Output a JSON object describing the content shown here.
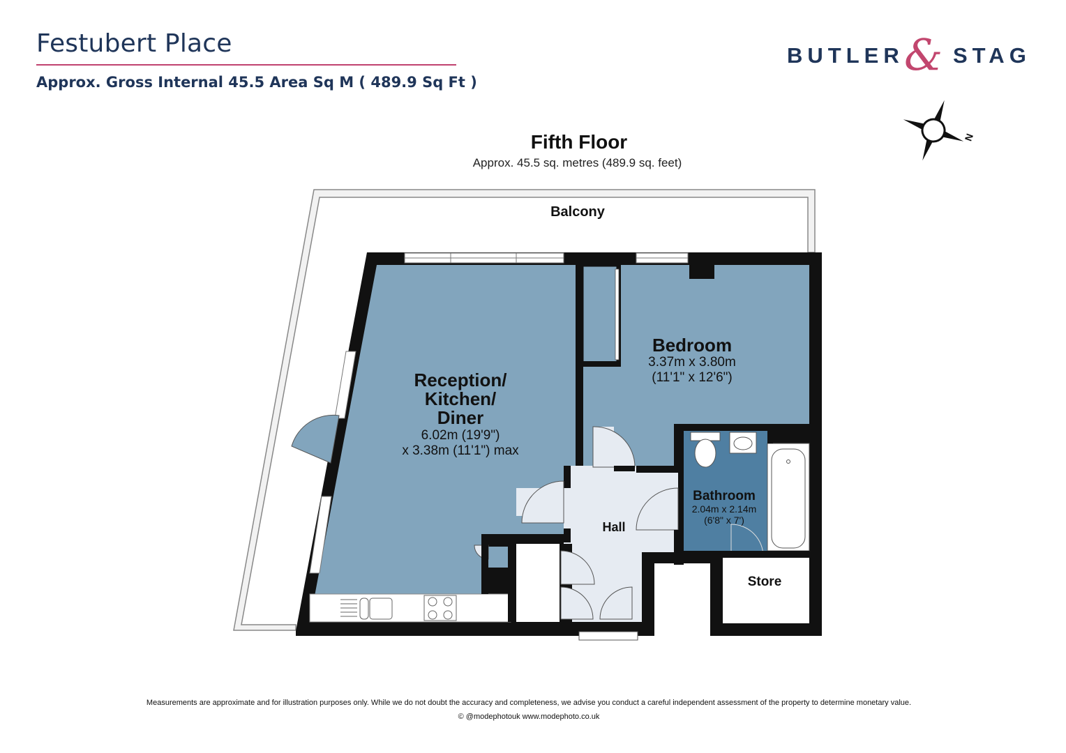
{
  "header": {
    "title": "Festubert Place",
    "subtitle": "Approx. Gross Internal 45.5 Area  Sq M ( 489.9 Sq Ft )"
  },
  "brand": {
    "word1": "BUTLER",
    "ampersand": "&",
    "word2": "STAG",
    "navy": "#1f3559",
    "accent": "#c2466e"
  },
  "compass": {
    "north_label": "N",
    "icon": "compass-rose-icon"
  },
  "floor": {
    "title": "Fifth Floor",
    "area": "Approx. 45.5 sq. metres (489.9 sq. feet)"
  },
  "rooms": {
    "balcony": {
      "name": "Balcony"
    },
    "reception": {
      "name_line1": "Reception/",
      "name_line2": "Kitchen/",
      "name_line3": "Diner",
      "dim_line1": "6.02m (19'9\")",
      "dim_line2": "x 3.38m (11'1\") max"
    },
    "bedroom": {
      "name": "Bedroom",
      "dim_line1": "3.37m x 3.80m",
      "dim_line2": "(11'1\" x 12'6\")"
    },
    "bathroom": {
      "name": "Bathroom",
      "dim_line1": "2.04m x 2.14m",
      "dim_line2": "(6'8\" x 7')"
    },
    "hall": {
      "name": "Hall"
    },
    "store": {
      "name": "Store"
    }
  },
  "colors": {
    "room_fill": "#82a5bd",
    "bathroom_fill": "#4f7fa2",
    "hall_fill": "#e6ebf2",
    "wall": "#111111"
  },
  "footer": {
    "disclaimer": "Measurements are approximate and for illustration purposes only.  While we do not doubt the accuracy and completeness, we advise you conduct a careful independent assessment of the property to determine monetary value.",
    "credit": "© @modephotouk www.modephoto.co.uk"
  }
}
